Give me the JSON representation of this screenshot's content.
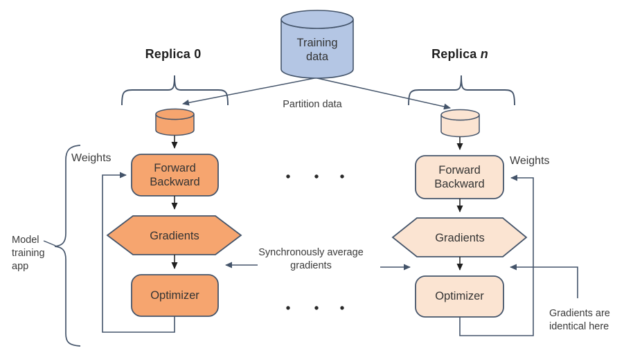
{
  "diagram": {
    "source": {
      "label": "Training data"
    },
    "partition_label": "Partition data",
    "replicas": {
      "left": {
        "title": "Replica 0",
        "weights_label": "Weights",
        "nodes": {
          "forward_backward": "Forward Backward",
          "gradients": "Gradients",
          "optimizer": "Optimizer"
        }
      },
      "right": {
        "title_prefix": "Replica ",
        "title_italic": "n",
        "weights_label": "Weights",
        "nodes": {
          "forward_backward": "Forward Backward",
          "gradients": "Gradients",
          "optimizer": "Optimizer"
        }
      }
    },
    "annotations": {
      "model_training_app": "Model training app",
      "sync_average": "Synchronously average gradients",
      "gradients_identical": "Gradients are identical here"
    },
    "colors": {
      "replica0_fill": "#F6A56F",
      "replican_fill": "#FBE4D2",
      "data_fill": "#B4C6E4",
      "outline": "#44546A",
      "connector": "#44546A",
      "flow_arrow": "#1F1F1F",
      "dot": "#2A2A2A"
    }
  }
}
